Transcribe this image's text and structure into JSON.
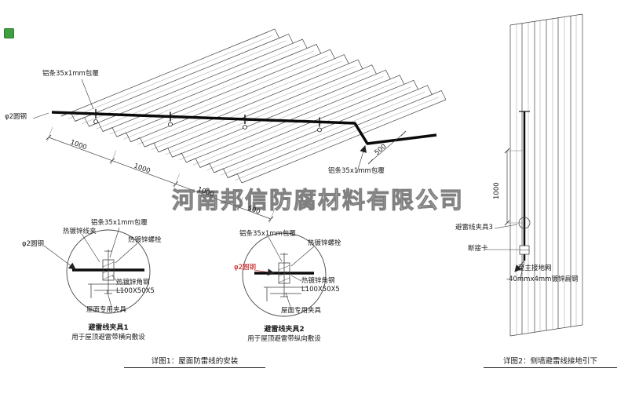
{
  "watermark": {
    "text": "河南邦信防腐材料有限公司"
  },
  "roof": {
    "label_alum_left": "铝条35x1mm包覆",
    "label_alum_right": "铝条35x1mm包覆",
    "label_rod": "φ2圆钢",
    "dim1": "1000",
    "dim2": "1000",
    "dim3": "1000",
    "dim4": "500",
    "dim_side": "500"
  },
  "clamp1": {
    "label_wire_clip": "热镀锌线夹",
    "label_alum": "铝条35x1mm包覆",
    "label_bolt": "热镀锌螺栓",
    "label_rod": "φ2圆钢",
    "label_angle": "热镀锌角钢",
    "label_angle_spec": "L100X50X5",
    "label_roof_clamp": "屋面专用夹具",
    "title": "避雷线夹具1",
    "subtitle": "用于屋顶避雷带横向敷设"
  },
  "clamp2": {
    "label_alum": "铝条35x1mm包覆",
    "label_bolt": "热镀锌螺栓",
    "label_rod": "φ2圆钢",
    "label_angle": "热镀锌角钢",
    "label_angle_spec": "L100X50X5",
    "label_roof_clamp": "屋面专用夹具",
    "title": "避雷线夹具2",
    "subtitle": "用于屋顶避雷带纵向敷设"
  },
  "caption1": "详图1：屋面防雷线的安装",
  "wall": {
    "dim": "1000",
    "label_clamp3": "避雷线夹具3",
    "label_disconnect": "断接卡",
    "label_to_ground": "至主接地网",
    "label_flat_steel": "-40mmx4mm镀锌扁钢"
  },
  "caption2": "详图2：侧墙避雷线接地引下",
  "colors": {
    "annotation_red": "#c00000",
    "line_dark": "#222222",
    "badge_green": "#3f9e3f"
  }
}
